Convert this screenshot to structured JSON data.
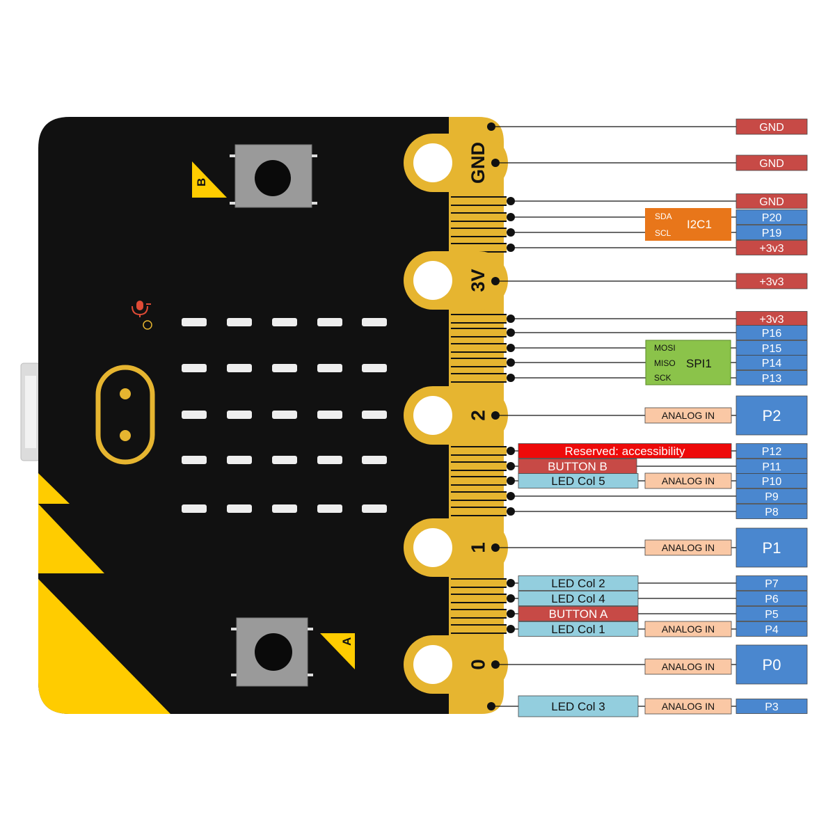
{
  "colors": {
    "board": "#111111",
    "edge_gold": "#E6B530",
    "logo_gold": "#E6B530",
    "accent_yellow": "#FFCC00",
    "gnd": "#C74A46",
    "pin": "#4A87CF",
    "i2c": "#E8761A",
    "spi": "#8BC34A",
    "analog": "#FAC8A5",
    "led_col": "#93CEDE",
    "button": "#C74A46",
    "reserved": "#EE0A0A",
    "led": "#EEEEEE",
    "mic": "#E04B36"
  },
  "board": {
    "button_b_label": "B",
    "button_a_label": "A",
    "led_rows": 5,
    "led_cols": 5,
    "mic_icon": "microphone-icon",
    "logo_icon": "microbit-logo-icon"
  },
  "big_pads": [
    {
      "label": "GND"
    },
    {
      "label": "3V"
    },
    {
      "label": "2"
    },
    {
      "label": "1"
    },
    {
      "label": "0"
    }
  ],
  "pins": [
    {
      "label": "GND"
    },
    {
      "label": "GND"
    },
    {
      "label": "GND"
    },
    {
      "label": "P20"
    },
    {
      "label": "P19"
    },
    {
      "label": "+3v3"
    },
    {
      "label": "+3v3"
    },
    {
      "label": "+3v3"
    },
    {
      "label": "P16"
    },
    {
      "label": "P15"
    },
    {
      "label": "P14"
    },
    {
      "label": "P13"
    },
    {
      "label": "P2"
    },
    {
      "label": "P12"
    },
    {
      "label": "P11"
    },
    {
      "label": "P10"
    },
    {
      "label": "P9"
    },
    {
      "label": "P8"
    },
    {
      "label": "P1"
    },
    {
      "label": "P7"
    },
    {
      "label": "P6"
    },
    {
      "label": "P5"
    },
    {
      "label": "P4"
    },
    {
      "label": "P0"
    },
    {
      "label": "P3"
    }
  ],
  "i2c": {
    "label": "I2C1",
    "lines": [
      "SDA",
      "SCL"
    ]
  },
  "spi": {
    "label": "SPI1",
    "lines": [
      "MOSI",
      "MISO",
      "SCK"
    ]
  },
  "analog_label": "ANALOG IN",
  "functions": {
    "reserved": "Reserved: accessibility",
    "button_b": "BUTTON B",
    "led_col5": "LED Col 5",
    "led_col2": "LED Col 2",
    "led_col4": "LED Col 4",
    "button_a": "BUTTON A",
    "led_col1": "LED Col 1",
    "led_col3": "LED Col 3"
  }
}
